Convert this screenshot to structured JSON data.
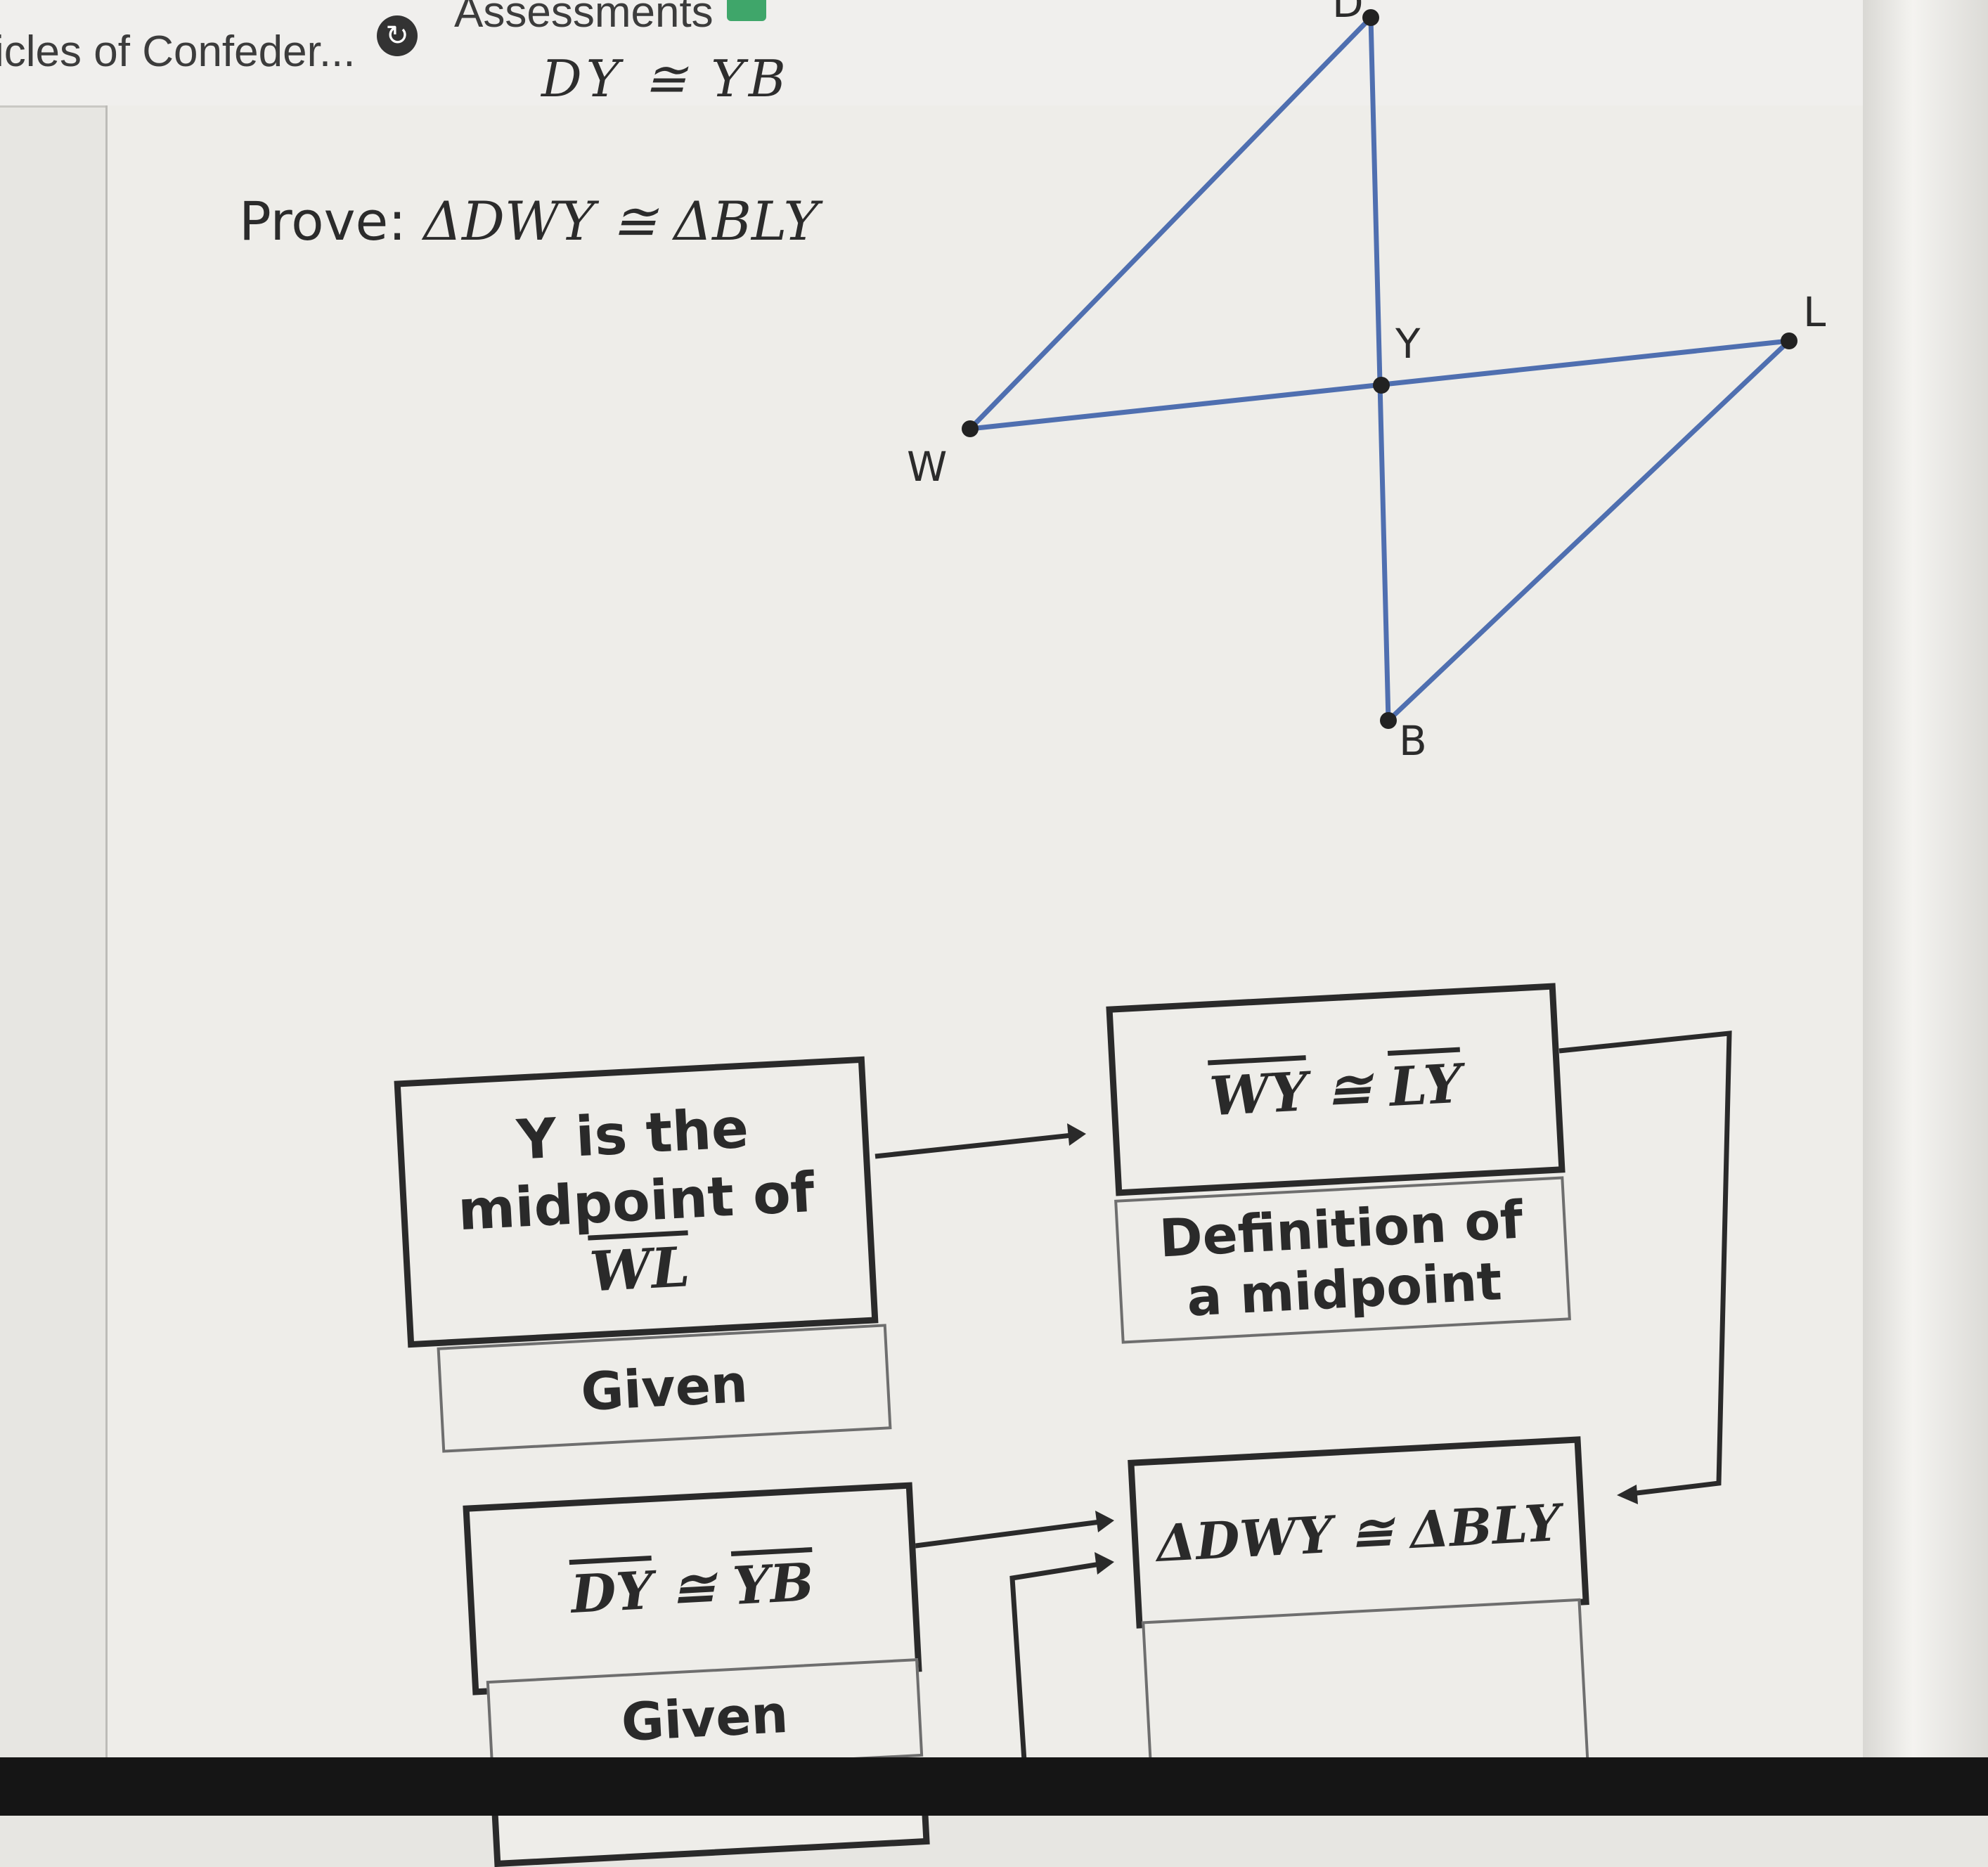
{
  "bookmarks": {
    "item1_label": "icles of Confeder...",
    "item2_label": "Assessments"
  },
  "problem": {
    "given_partial": "DY ≅ YB",
    "prove_label": "Prove:",
    "prove_statement": "ΔDWY ≅ ΔBLY"
  },
  "diagram": {
    "points": [
      "D",
      "W",
      "Y",
      "L",
      "B"
    ],
    "line_color": "#4f6fb0"
  },
  "flowchart": {
    "box1": {
      "line1": "Y is the",
      "line2": "midpoint of",
      "segment": "WL",
      "reason": "Given"
    },
    "box2": {
      "seg_a": "WY",
      "rel": " ≅ ",
      "seg_b": "LY",
      "reason_line1": "Definition of",
      "reason_line2": "a midpoint"
    },
    "box3": {
      "seg_a": "DY",
      "rel": " ≅ ",
      "seg_b": "YB",
      "reason": "Given"
    },
    "box4": {
      "statement": "ΔDWY ≅ ΔBLY",
      "reason": ""
    }
  }
}
